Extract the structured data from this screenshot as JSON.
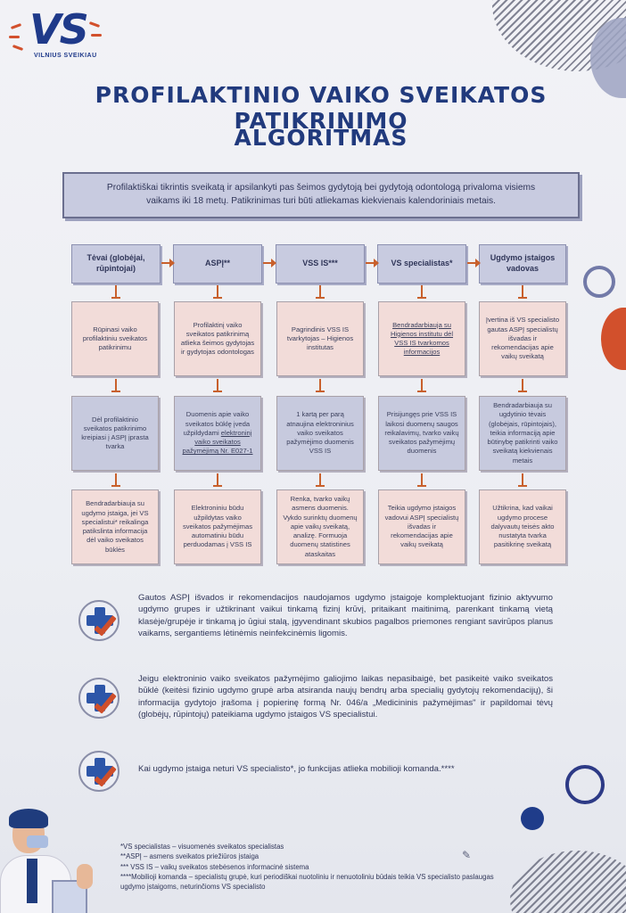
{
  "logo": {
    "text": "VS",
    "subtitle": "VILNIUS SVEIKIAU"
  },
  "title": {
    "line1": "PROFILAKTINIO VAIKO SVEIKATOS PATIKRINIMO",
    "line2": "ALGORITMAS"
  },
  "intro": "Profilaktiškai tikrintis sveikatą ir apsilankyti pas šeimos gydytoją bei gydytoją odontologą privaloma visiems vaikams iki 18 metų. Patikrinimas turi būti atliekamas kiekvienais kalendoriniais metais.",
  "columns": [
    {
      "header": "Tėvai (globėjai, rūpintojai)",
      "step1": "Rūpinasi vaiko profilaktiniu sveikatos patikrinimu",
      "step2": "Dėl profilaktinio sveikatos patikrinimo kreipiasi į ASPĮ įprasta tvarka",
      "step3": "Bendradarbiauja su ugdymo įstaiga, jei VS specialistui* reikalinga patikslinta informacija dėl vaiko sveikatos būklės"
    },
    {
      "header": "ASPĮ**",
      "step1": "Profilaktinį vaiko sveikatos patikrinimą atlieka šeimos gydytojas ir gydytojas odontologas",
      "step2a": "Duomenis apie vaiko sveikatos būklę įveda užpildydami ",
      "step2b": "elektroninį vaiko sveikatos pažymėjimą Nr. E027-1",
      "step3": "Elektroniniu būdu užpildytas vaiko sveikatos pažymėjimas automatiniu būdu perduodamas į VSS IS"
    },
    {
      "header": "VSS IS***",
      "step1": "Pagrindinis VSS IS tvarkytojas – Higienos institutas",
      "step2": "1 kartą per parą atnaujina elektroninius vaiko sveikatos pažymėjimo duomenis VSS IS",
      "step3": "Renka, tvarko vaikų asmens duomenis. Vykdo surinktų duomenų apie vaikų sveikatą, analizę. Formuoja duomenų statistines ataskaitas"
    },
    {
      "header": "VS specialistas*",
      "step1": "Bendradarbiauja su Higienos institutu dėl VSS IS tvarkomos informacijos",
      "step2": "Prisijungęs prie VSS IS laikosi duomenų saugos reikalavimų, tvarko vaikų sveikatos pažymėjimų duomenis",
      "step3": "Teikia ugdymo įstaigos vadovui ASPĮ specialistų išvadas ir rekomendacijas apie vaikų sveikatą"
    },
    {
      "header": "Ugdymo įstaigos vadovas",
      "step1": "Įvertina iš VS specialisto gautas ASPĮ specialistų išvadas ir rekomendacijas apie vaikų sveikatą",
      "step2": "Bendradarbiauja su ugdytinio tėvais (globėjais, rūpintojais), teikia informaciją apie būtinybę patikrinti vaiko sveikatą kiekvienais metais",
      "step3": "Užtikrina, kad vaikai ugdymo procese dalyvautų teisės akto nustatyta tvarka pasitikrinę sveikatą"
    }
  ],
  "info": [
    "Gautos ASPĮ išvados ir rekomendacijos naudojamos ugdymo įstaigoje komplektuojant fizinio aktyvumo ugdymo grupes ir užtikrinant vaikui tinkamą fizinį krūvį, pritaikant maitinimą, parenkant tinkamą vietą klasėje/grupėje ir tinkamą jo ūgiui stalą, įgyvendinant skubios pagalbos priemones rengiant savirūpos planus vaikams, sergantiems lėtinėmis neinfekcinėmis ligomis.",
    "Jeigu elektroninio vaiko sveikatos pažymėjimo galiojimo laikas nepasibaigė, bet pasikeitė vaiko sveikatos būklė (keitėsi fizinio ugdymo grupė arba atsiranda naujų bendrų arba specialių gydytojų rekomendacijų), ši informacija gydytojo įrašoma į popierinę formą Nr. 046/a „Medicininis pažymėjimas\" ir papildomai tėvų (globėjų, rūpintojų) pateikiama ugdymo įstaigos VS specialistui.",
    "Kai ugdymo įstaiga neturi VS specialisto*, jo funkcijas atlieka mobilioji komanda.****"
  ],
  "footnotes": [
    "*VS specialistas – visuomenės sveikatos specialistas",
    "**ASPĮ – asmens sveikatos priežiūros įstaiga",
    "*** VSS IS – vaikų sveikatos stebėsenos informacinė sistema",
    "****Mobilioji komanda – specialistų grupė, kuri periodiškai nuotoliniu ir nenuotoliniu būdais teikia VS specialisto paslaugas ugdymo įstaigoms, neturinčioms VS specialisto"
  ],
  "icons": {
    "info": "medical-check-icon",
    "pen": "pen-icon"
  },
  "colors": {
    "accent": "#213a7d",
    "connector": "#c8602c",
    "pinkBox": "#f2dcd9",
    "blueBox": "#c7cade"
  }
}
